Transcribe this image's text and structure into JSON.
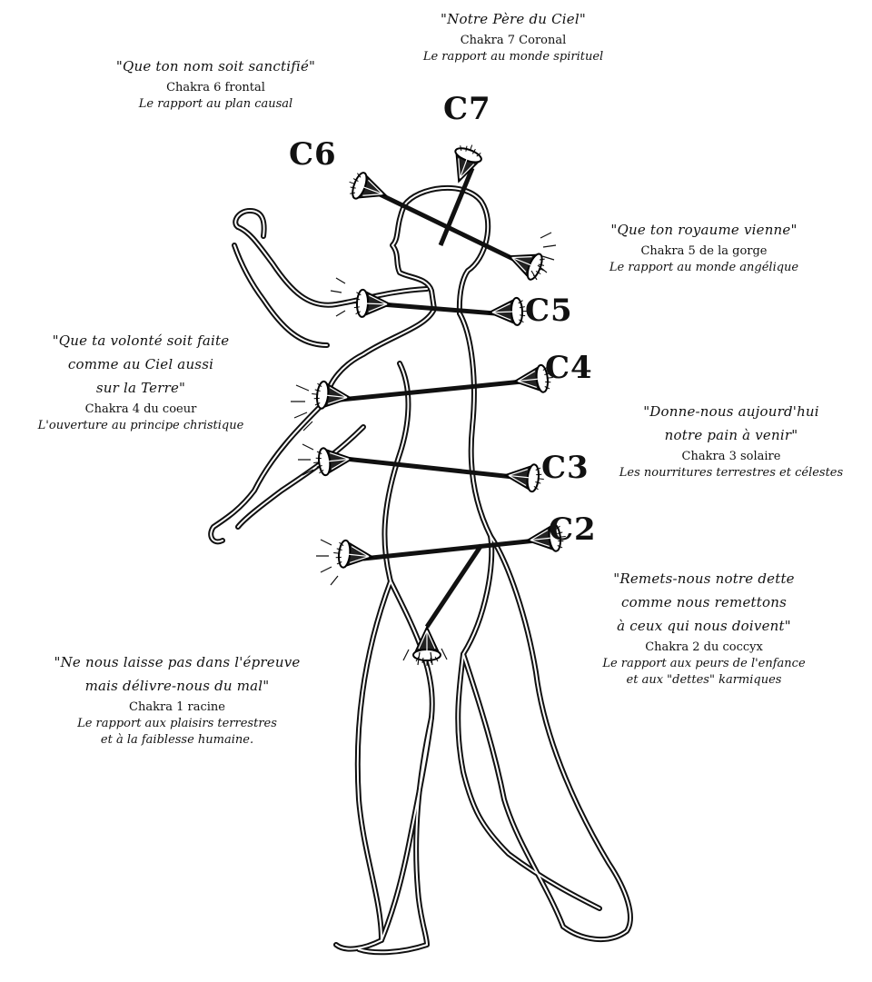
{
  "chakras": {
    "c7": {
      "code": "C7",
      "prayer": "\"Notre Père du Ciel\"",
      "name": "Chakra 7 Coronal",
      "desc": "Le rapport au monde spirituel"
    },
    "c6": {
      "code": "C6",
      "prayer": "\"Que ton nom soit sanctifié\"",
      "name": "Chakra 6 frontal",
      "desc": "Le rapport au plan causal"
    },
    "c5": {
      "code": "C5",
      "prayer": "\"Que ton royaume vienne\"",
      "name": "Chakra 5 de la gorge",
      "desc": "Le rapport au monde angélique"
    },
    "c4": {
      "code": "C4",
      "prayer": [
        "\"Que ta volonté soit faite",
        "comme au Ciel aussi",
        "sur la Terre\""
      ],
      "name": "Chakra 4 du coeur",
      "desc": "L'ouverture au principe christique"
    },
    "c3": {
      "code": "C3",
      "prayer": [
        "\"Donne-nous aujourd'hui",
        "notre pain à venir\""
      ],
      "name": "Chakra 3 solaire",
      "desc": "Les nourritures terrestres et célestes"
    },
    "c2": {
      "code": "C2",
      "prayer": [
        "\"Remets-nous notre dette",
        "comme nous remettons",
        "à ceux qui nous doivent\""
      ],
      "name": "Chakra 2 du coccyx",
      "desc": [
        "Le rapport aux peurs de l'enfance",
        "et aux \"dettes\" karmiques"
      ]
    },
    "c1": {
      "prayer": [
        "\"Ne nous laisse pas dans l'épreuve",
        "mais délivre-nous du mal\""
      ],
      "name": "Chakra 1 racine",
      "desc": [
        "Le rapport aux plaisirs terrestres",
        "et à la faiblesse humaine."
      ]
    }
  },
  "colors": {
    "ink": "#111111",
    "background": "#ffffff"
  }
}
